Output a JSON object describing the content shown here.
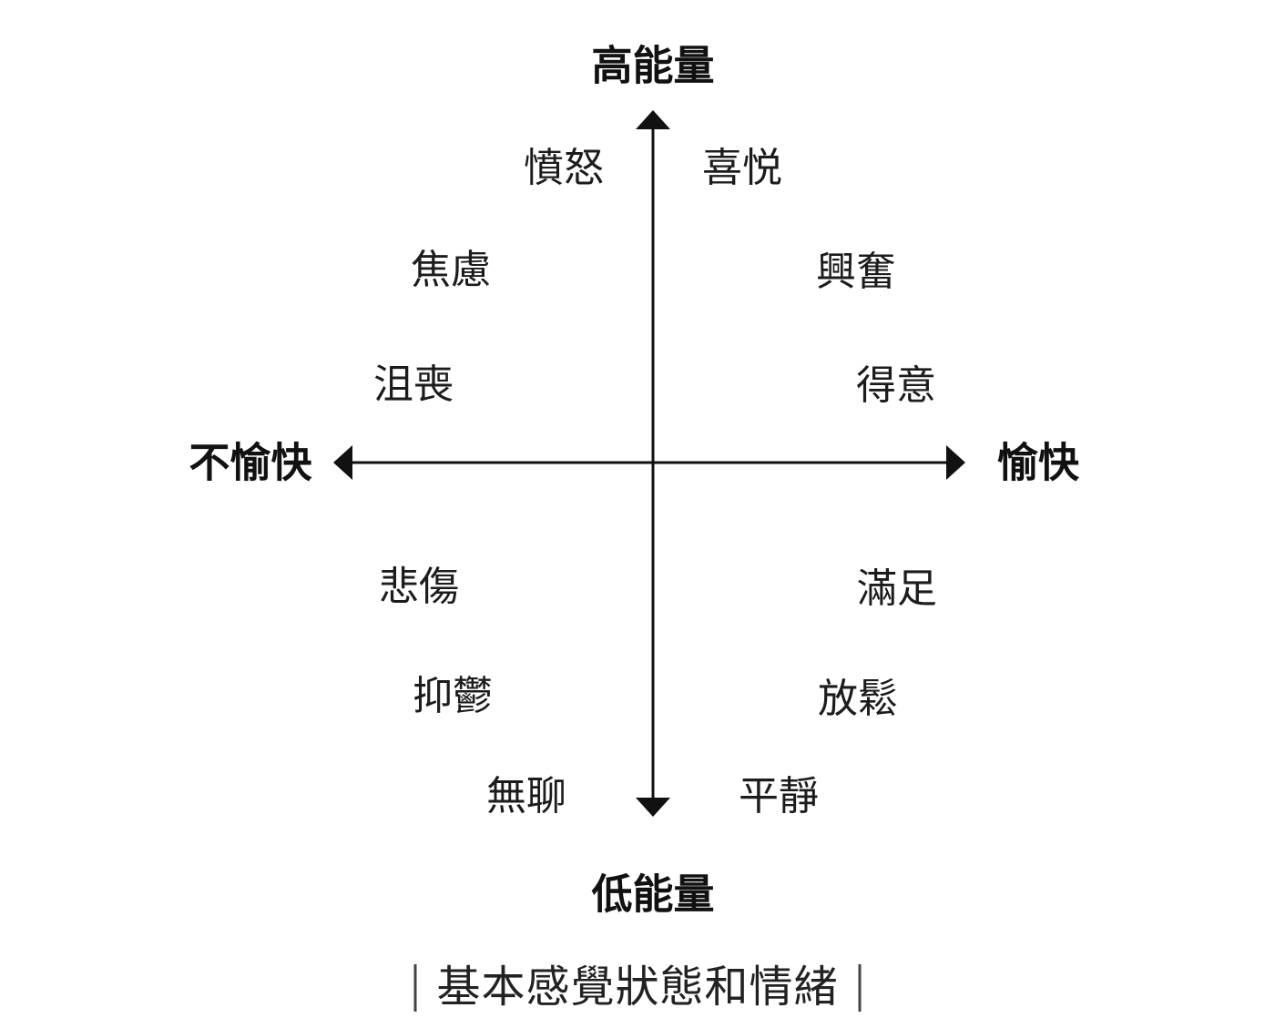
{
  "diagram": {
    "axis_labels": {
      "top": "高能量",
      "bottom": "低能量",
      "left": "不愉快",
      "right": "愉快"
    },
    "quadrants": {
      "top_left": [
        "憤怒",
        "焦慮",
        "沮喪"
      ],
      "top_right": [
        "喜悦",
        "興奮",
        "得意"
      ],
      "bottom_left": [
        "悲傷",
        "抑鬱",
        "無聊"
      ],
      "bottom_right": [
        "滿足",
        "放鬆",
        "平靜"
      ]
    },
    "caption": {
      "delimiter": "│",
      "text": "基本感覺狀態和情緒"
    },
    "colors": {
      "text": "#1a1a1a",
      "axis": "#111111",
      "background": "#ffffff"
    }
  }
}
